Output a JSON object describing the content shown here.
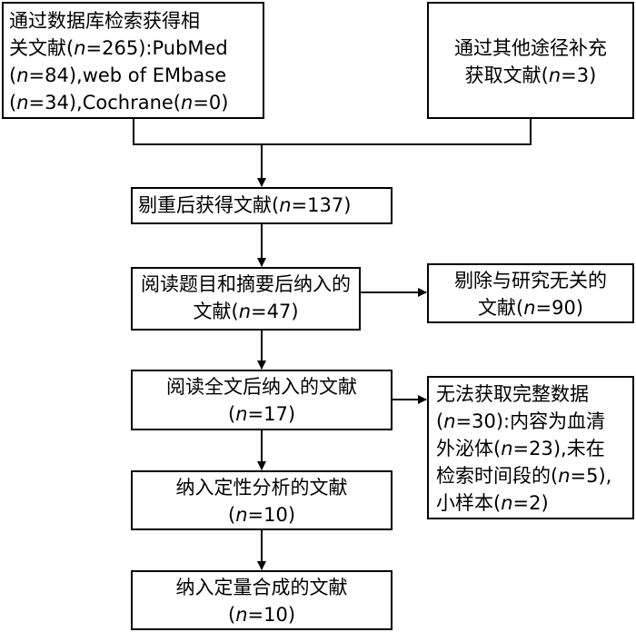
{
  "boxes": {
    "database_search": {
      "lines": [
        [
          {
            "t": "通过数据库检索获得相"
          }
        ],
        [
          {
            "t": "关文献("
          },
          {
            "t": "n",
            "i": true
          },
          {
            "t": "=265):PubMed"
          }
        ],
        [
          {
            "t": "("
          },
          {
            "t": "n",
            "i": true
          },
          {
            "t": "=84),web of EMbase"
          }
        ],
        [
          {
            "t": "("
          },
          {
            "t": "n",
            "i": true
          },
          {
            "t": "=34),Cochrane("
          },
          {
            "t": "n",
            "i": true
          },
          {
            "t": "=0)"
          }
        ]
      ]
    },
    "other_sources": {
      "lines": [
        [
          {
            "t": "通过其他途径补充"
          }
        ],
        [
          {
            "t": "获取文献("
          },
          {
            "t": "n",
            "i": true
          },
          {
            "t": "=3)"
          }
        ]
      ]
    },
    "after_dedup": {
      "lines": [
        [
          {
            "t": "剔重后获得文献("
          },
          {
            "t": "n",
            "i": true
          },
          {
            "t": "=137)"
          }
        ]
      ]
    },
    "after_title_abstract": {
      "lines": [
        [
          {
            "t": "阅读题目和摘要后纳入的"
          }
        ],
        [
          {
            "t": "文献("
          },
          {
            "t": "n",
            "i": true
          },
          {
            "t": "=47)"
          }
        ]
      ]
    },
    "excluded_irrelevant": {
      "lines": [
        [
          {
            "t": "剔除与研究无关的"
          }
        ],
        [
          {
            "t": "文献("
          },
          {
            "t": "n",
            "i": true
          },
          {
            "t": "=90)"
          }
        ]
      ]
    },
    "after_full_text": {
      "lines": [
        [
          {
            "t": "阅读全文后纳入的文献"
          }
        ],
        [
          {
            "t": "("
          },
          {
            "t": "n",
            "i": true
          },
          {
            "t": "=17)"
          }
        ]
      ]
    },
    "excluded_full_text": {
      "lines": [
        [
          {
            "t": "无法获取完整数据"
          }
        ],
        [
          {
            "t": "("
          },
          {
            "t": "n",
            "i": true
          },
          {
            "t": "=30):内容为血清"
          }
        ],
        [
          {
            "t": "外泌体("
          },
          {
            "t": "n",
            "i": true
          },
          {
            "t": "=23),未在"
          }
        ],
        [
          {
            "t": "检索时间段的("
          },
          {
            "t": "n",
            "i": true
          },
          {
            "t": "=5),"
          }
        ],
        [
          {
            "t": "小样本("
          },
          {
            "t": "n",
            "i": true
          },
          {
            "t": "=2)"
          }
        ]
      ]
    },
    "qualitative": {
      "lines": [
        [
          {
            "t": "纳入定性分析的文献"
          }
        ],
        [
          {
            "t": "("
          },
          {
            "t": "n",
            "i": true
          },
          {
            "t": "=10)"
          }
        ]
      ]
    },
    "quantitative": {
      "lines": [
        [
          {
            "t": "纳入定量合成的文献"
          }
        ],
        [
          {
            "t": "("
          },
          {
            "t": "n",
            "i": true
          },
          {
            "t": "=10)"
          }
        ]
      ]
    }
  },
  "colors": {
    "stroke": "#000000",
    "background": "#ffffff",
    "text": "#000000"
  }
}
